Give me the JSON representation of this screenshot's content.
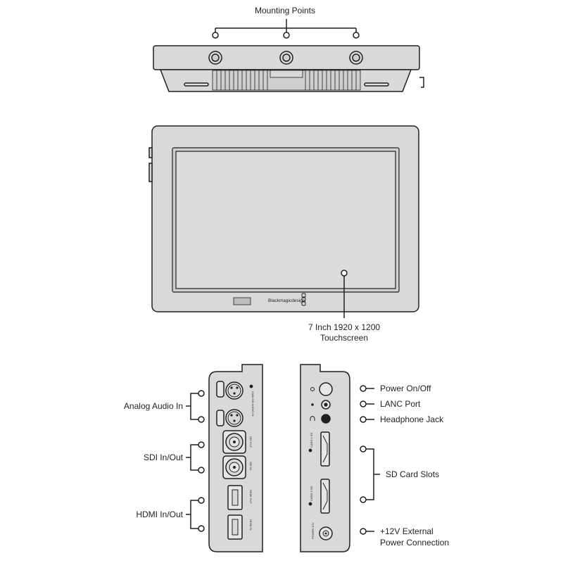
{
  "labels": {
    "mounting_points": "Mounting Points",
    "touchscreen_line1": "7 Inch 1920 x 1200",
    "touchscreen_line2": "Touchscreen",
    "analog_audio_in": "Analog Audio In",
    "sdi_in_out": "SDI In/Out",
    "hdmi_in_out": "HDMI In/Out",
    "power_on_off": "Power On/Off",
    "lanc_port": "LANC Port",
    "headphone_jack": "Headphone Jack",
    "sd_card_slots": "SD Card Slots",
    "ext_power_line1": "+12V External",
    "ext_power_line2": "Power Connection"
  },
  "device": {
    "brand": "Blackmagicdesign"
  },
  "panel_text": {
    "analog_audio_in": "ANALOG AUDIO IN",
    "sdi_out": "SDI OUT",
    "sdi_in": "SDI IN",
    "hdmi_out": "HDMI OUT",
    "hdmi_in": "HDMI IN",
    "card_1": "CARD 1 SD",
    "card_2": "CARD 2 SD",
    "power": "POWER 12V"
  },
  "colors": {
    "body": "#d9d9d9",
    "stroke": "#231f20",
    "screen": "#dcdcdc"
  }
}
